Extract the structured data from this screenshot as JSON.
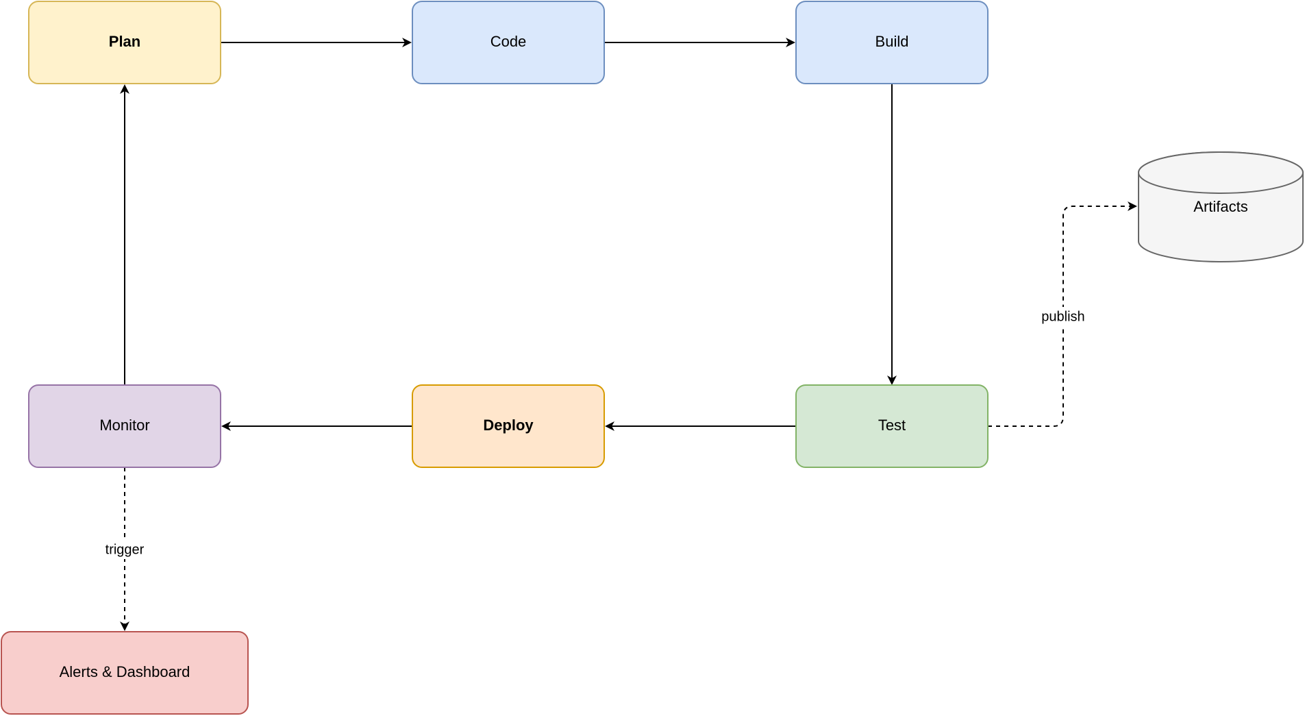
{
  "nodes": {
    "plan": {
      "label": "Plan",
      "fill": "#fff2cc",
      "stroke": "#d6b656",
      "bold": true
    },
    "code": {
      "label": "Code",
      "fill": "#dae8fc",
      "stroke": "#6c8ebf",
      "bold": false
    },
    "build": {
      "label": "Build",
      "fill": "#dae8fc",
      "stroke": "#6c8ebf",
      "bold": false
    },
    "test": {
      "label": "Test",
      "fill": "#d5e8d4",
      "stroke": "#82b366",
      "bold": false
    },
    "deploy": {
      "label": "Deploy",
      "fill": "#ffe6cc",
      "stroke": "#d79b00",
      "bold": true
    },
    "monitor": {
      "label": "Monitor",
      "fill": "#e1d5e7",
      "stroke": "#9673a6",
      "bold": false
    },
    "alerts": {
      "label": "Alerts & Dashboard",
      "fill": "#f8cecc",
      "stroke": "#b85450",
      "bold": false
    },
    "artifacts": {
      "label": "Artifacts",
      "fill": "#f5f5f5",
      "stroke": "#666666",
      "bold": false
    }
  },
  "edges": [
    {
      "from": "plan",
      "to": "code",
      "style": "solid",
      "label": ""
    },
    {
      "from": "code",
      "to": "build",
      "style": "solid",
      "label": ""
    },
    {
      "from": "build",
      "to": "test",
      "style": "solid",
      "label": ""
    },
    {
      "from": "test",
      "to": "deploy",
      "style": "solid",
      "label": ""
    },
    {
      "from": "deploy",
      "to": "monitor",
      "style": "solid",
      "label": ""
    },
    {
      "from": "monitor",
      "to": "plan",
      "style": "solid",
      "label": ""
    },
    {
      "from": "test",
      "to": "artifacts",
      "style": "dashed",
      "label": "publish"
    },
    {
      "from": "monitor",
      "to": "alerts",
      "style": "dashed",
      "label": "trigger"
    }
  ]
}
